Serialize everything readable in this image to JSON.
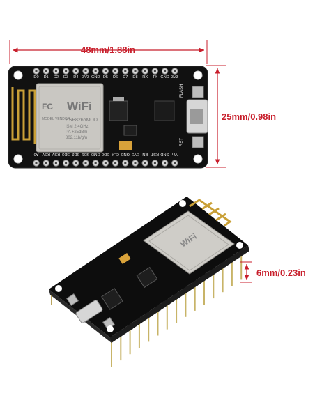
{
  "dimensions": {
    "width": "48mm/1.88in",
    "height": "25mm/0.98in",
    "thickness": "6mm/0.23in"
  },
  "colors": {
    "dimension_line": "#c81e2b",
    "board": "#111111",
    "module_shield": "#c9c7c2",
    "antenna_trace": "#c9a037",
    "silkscreen": "#e8e8e8"
  },
  "top_pin_labels": [
    "D0",
    "D1",
    "D2",
    "D3",
    "D4",
    "3V3",
    "GND",
    "D5",
    "D6",
    "D7",
    "D8",
    "RX",
    "TX",
    "GND",
    "3V3"
  ],
  "bottom_pin_labels": [
    "A0",
    "RSV",
    "RSV",
    "SD3",
    "SD2",
    "SD1",
    "CMD",
    "SD0",
    "CLK",
    "GND",
    "3V3",
    "EN",
    "RST",
    "GND",
    "Vin"
  ],
  "module_text": {
    "wifi": "WiFi",
    "model": "ESP8266MOD",
    "vendor": "MODEL VENDOR",
    "fc": "FC",
    "ism": "ISM 2.4GHz",
    "pa": "PA +25dBm",
    "standard": "802.11b/g/n"
  },
  "button_labels": {
    "flash": "FLASH",
    "rst": "RST"
  }
}
